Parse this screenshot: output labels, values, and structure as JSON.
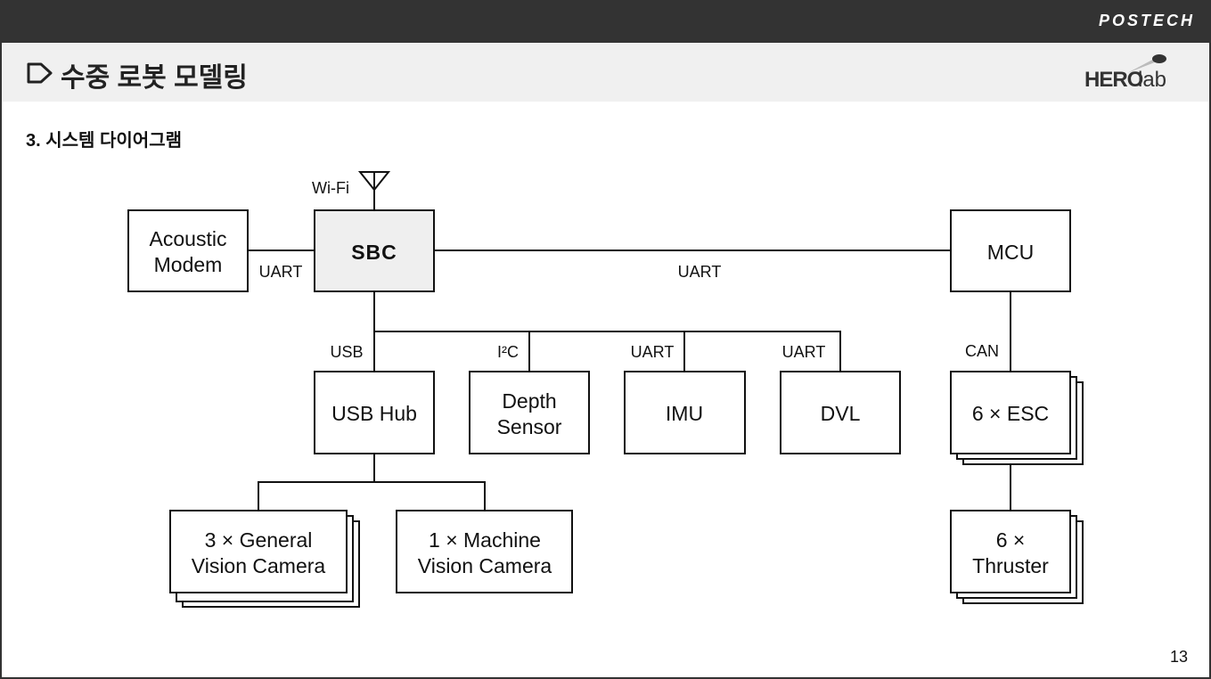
{
  "header": {
    "brand": "POSTECH"
  },
  "title": {
    "text": "수중 로봇 모델링",
    "marker_icon": "tag-outline-icon"
  },
  "logo": {
    "hero": "HERO",
    "lab": "lab"
  },
  "section": {
    "title": "3. 시스템 다이어그램"
  },
  "diagram": {
    "nodes": {
      "acoustic_modem": [
        "Acoustic",
        "Modem"
      ],
      "sbc": "SBC",
      "mcu": "MCU",
      "usb_hub": "USB Hub",
      "depth_sensor": [
        "Depth",
        "Sensor"
      ],
      "imu": "IMU",
      "dvl": "DVL",
      "esc": "6 × ESC",
      "general_camera": [
        "3 × General",
        "Vision Camera"
      ],
      "machine_camera": [
        "1 × Machine",
        "Vision Camera"
      ],
      "thruster": [
        "6 ×",
        "Thruster"
      ]
    },
    "edges": {
      "wifi": "Wi-Fi",
      "modem_sbc": "UART",
      "sbc_mcu": "UART",
      "sbc_usb": "USB",
      "sbc_depth": "I²C",
      "sbc_imu": "UART",
      "sbc_dvl": "UART",
      "mcu_esc": "CAN"
    },
    "colors": {
      "sbc_fill": "#efefef",
      "box_fill": "#ffffff",
      "stroke": "#111111"
    },
    "icons": {
      "antenna": "antenna-icon"
    }
  },
  "footer": {
    "page_number": "13"
  }
}
